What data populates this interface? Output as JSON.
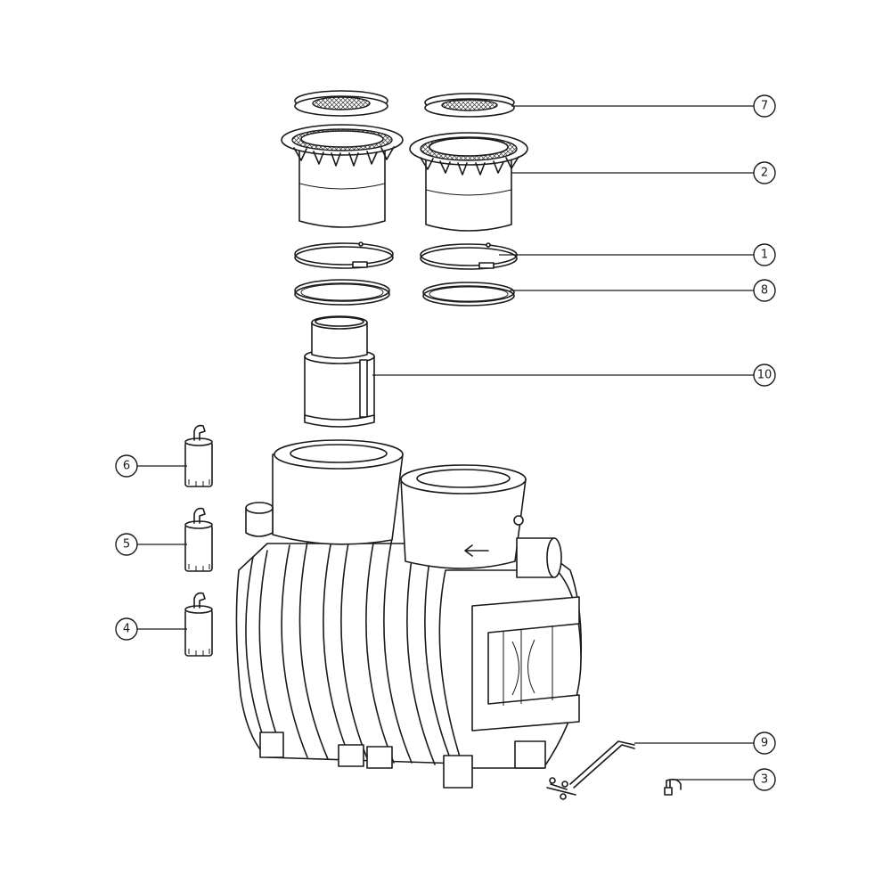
{
  "callouts": [
    {
      "id": "7",
      "label": "7"
    },
    {
      "id": "2",
      "label": "2"
    },
    {
      "id": "1",
      "label": "1"
    },
    {
      "id": "8",
      "label": "8"
    },
    {
      "id": "10",
      "label": "10"
    },
    {
      "id": "6",
      "label": "6"
    },
    {
      "id": "5",
      "label": "5"
    },
    {
      "id": "4",
      "label": "4"
    },
    {
      "id": "9",
      "label": "9"
    },
    {
      "id": "3",
      "label": "3"
    }
  ]
}
